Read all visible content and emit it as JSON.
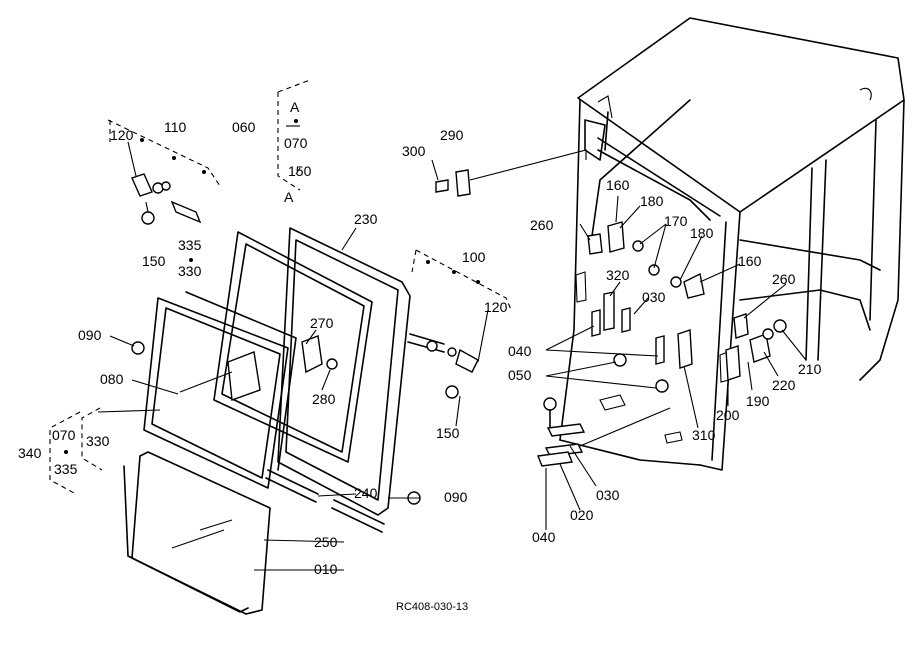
{
  "labels": {
    "l060": "060",
    "lA1": "A",
    "l070a": "070",
    "l150a": "150",
    "l120a": "120",
    "l110": "110",
    "l335a": "335",
    "l330a": "330",
    "l150b": "150",
    "lA2": "A",
    "l230": "230",
    "l090a": "090",
    "l080": "080",
    "l270": "270",
    "l280": "280",
    "l070b": "070",
    "l330b": "330",
    "l340": "340",
    "l335b": "335",
    "l240": "240",
    "l090b": "090",
    "l250": "250",
    "l010": "010",
    "l290": "290",
    "l300": "300",
    "l100": "100",
    "l120b": "120",
    "l150c": "150",
    "l160a": "160",
    "l180a": "180",
    "l260a": "260",
    "l170": "170",
    "l180b": "180",
    "l320": "320",
    "l160b": "160",
    "l260b": "260",
    "l030a": "030",
    "l040a": "040",
    "l050": "050",
    "l210": "210",
    "l220": "220",
    "l190": "190",
    "l200": "200",
    "l310": "310",
    "l030b": "030",
    "l020": "020",
    "l040b": "040"
  },
  "figure_code": "RC408-030-13"
}
